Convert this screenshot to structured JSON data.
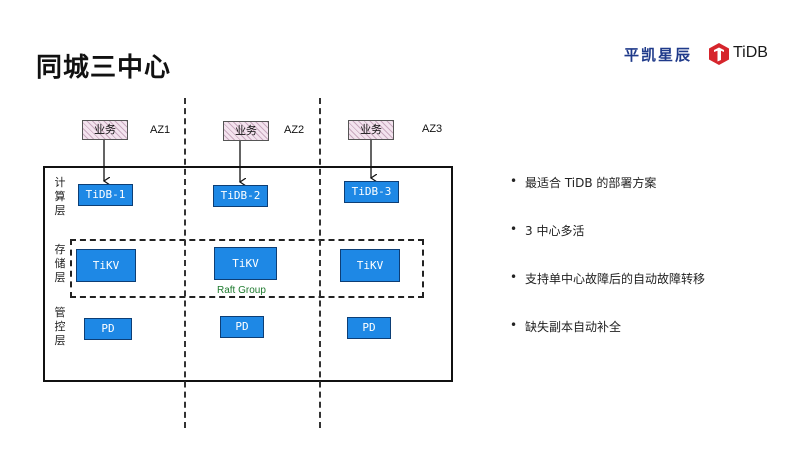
{
  "header": {
    "title": "同城三中心",
    "brand": "平凯星辰",
    "product_logo_text": "TiDB"
  },
  "diagram": {
    "layers": [
      "计\n算\n层",
      "存\n储\n层",
      "管\n控\n层"
    ],
    "business_label": "业务",
    "zones": [
      "AZ1",
      "AZ2",
      "AZ3"
    ],
    "tidb_nodes": [
      "TiDB-1",
      "TiDB-2",
      "TiDB-3"
    ],
    "tikv_nodes": [
      "TiKV",
      "TiKV",
      "TiKV"
    ],
    "pd_nodes": [
      "PD",
      "PD",
      "PD"
    ],
    "raft_group_label": "Raft Group"
  },
  "bullets": [
    "最适合 TiDB 的部署方案",
    "3 中心多活",
    "支持单中心故障后的自动故障转移",
    "缺失副本自动补全"
  ],
  "colors": {
    "node_blue": "#1e88e5",
    "brand_navy": "#1f3a8a",
    "logo_red": "#d6252c",
    "raft_green": "#1e7a2e"
  }
}
